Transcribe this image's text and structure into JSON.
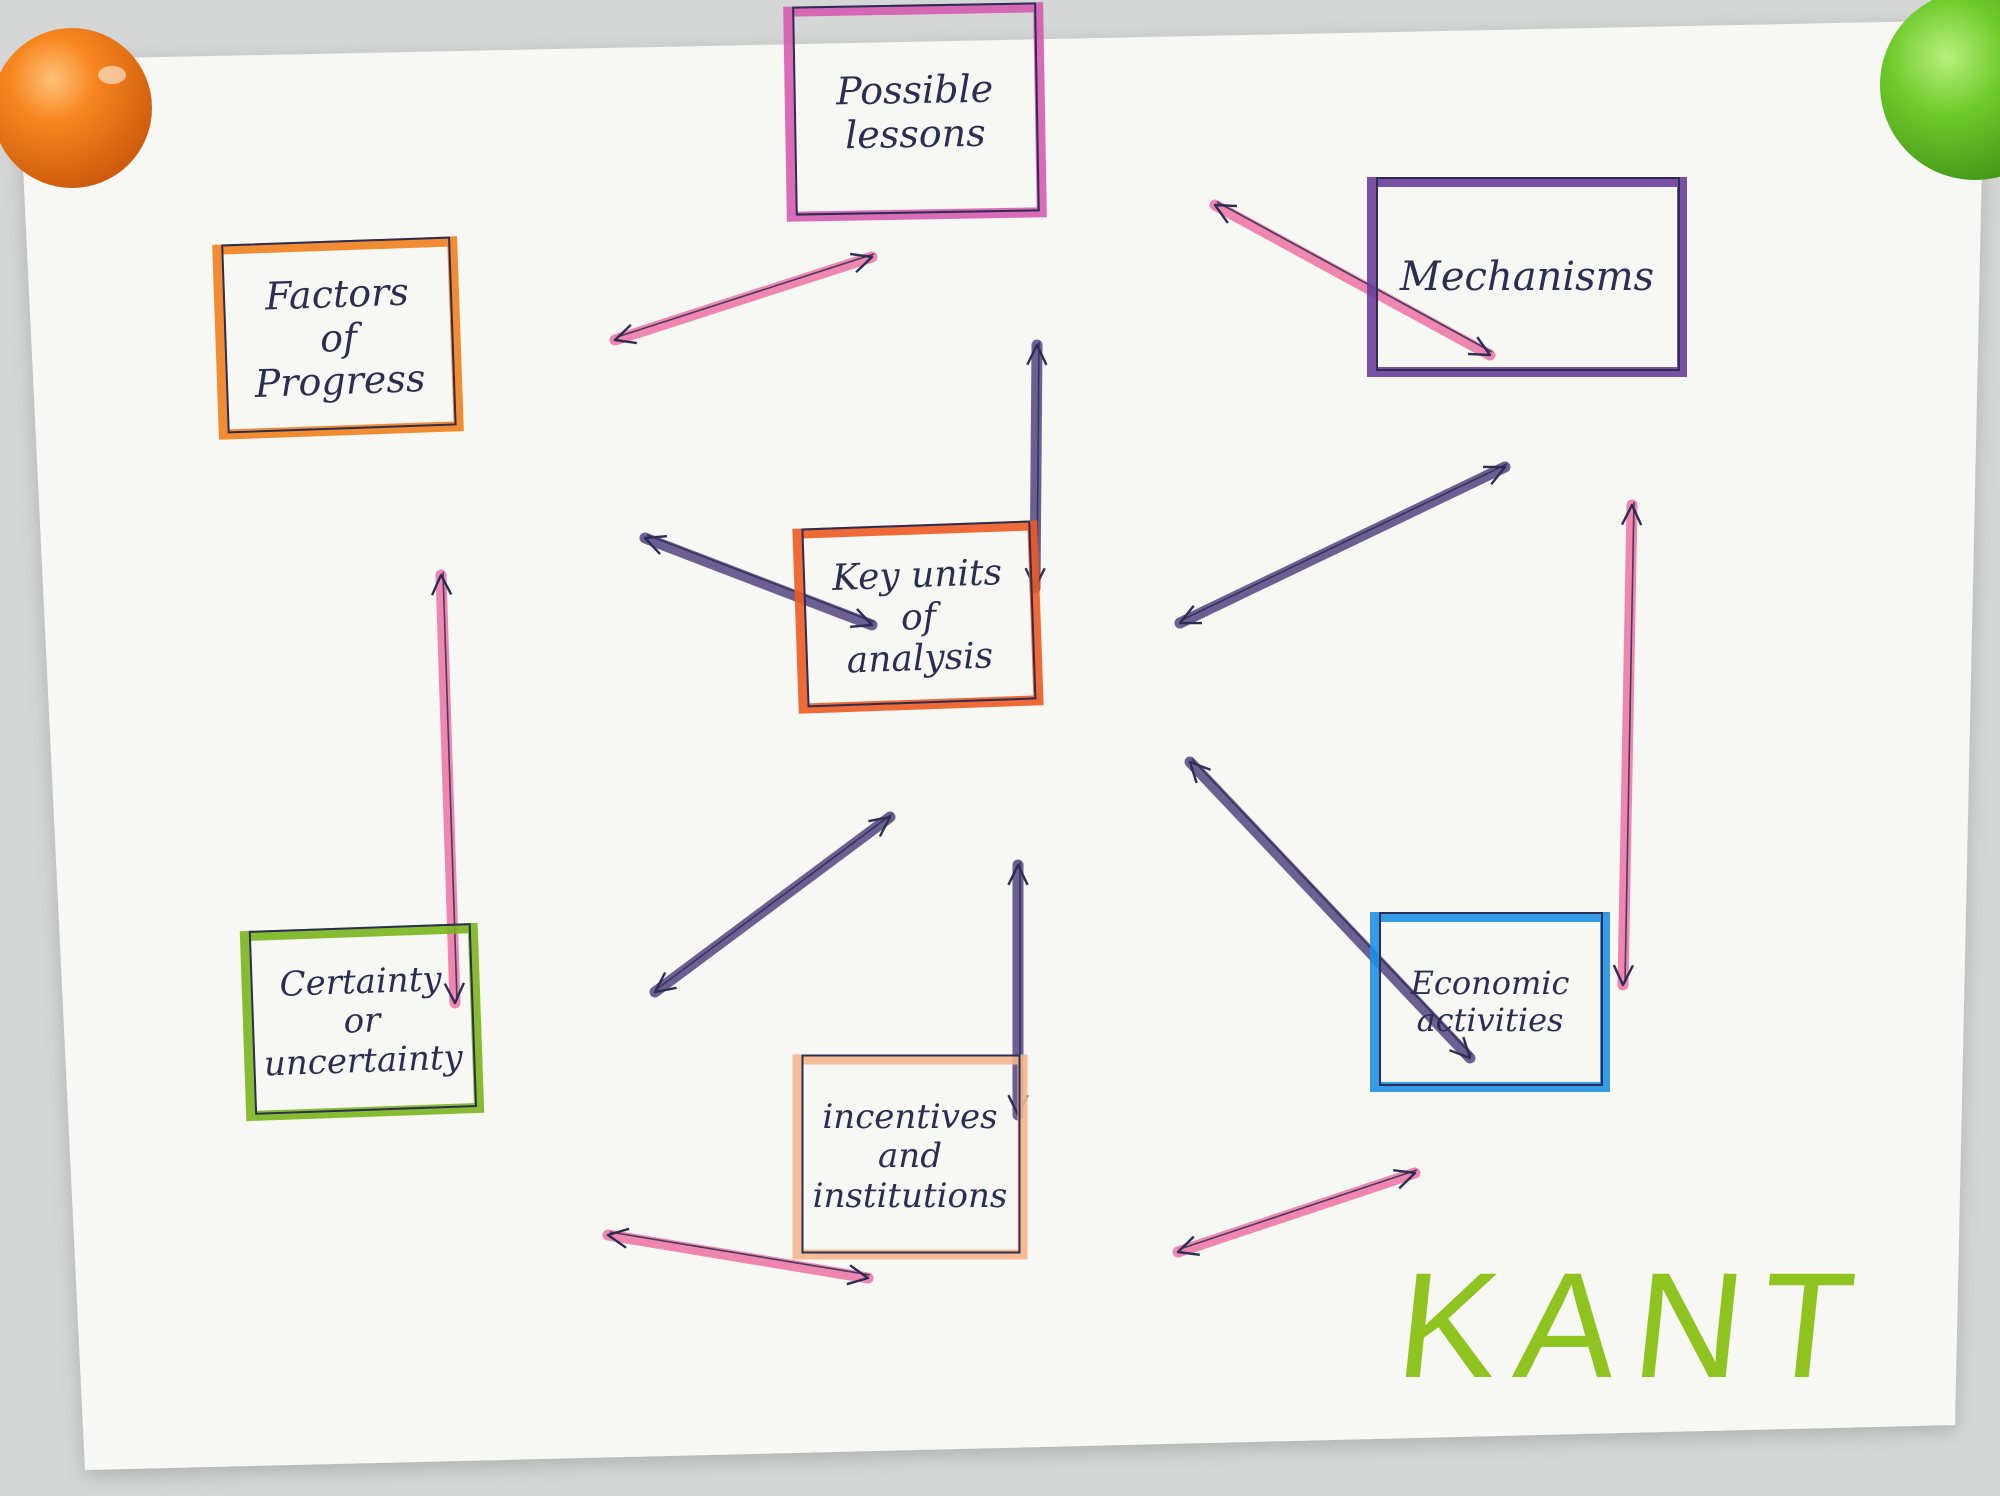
{
  "nodes": [
    {
      "id": "lessons",
      "lines": [
        "Possible",
        "lessons"
      ],
      "color": "#d65bb0"
    },
    {
      "id": "factors",
      "lines": [
        "Factors",
        "of",
        "Progress"
      ],
      "color": "#f0801e"
    },
    {
      "id": "mechanisms",
      "lines": [
        "Mechanisms"
      ],
      "color": "#6a3d9a"
    },
    {
      "id": "key",
      "lines": [
        "Key units",
        "of",
        "analysis"
      ],
      "color": "#ee5a24"
    },
    {
      "id": "certainty",
      "lines": [
        "Certainty",
        "or",
        "uncertainty"
      ],
      "color": "#7ab51d"
    },
    {
      "id": "incentives",
      "lines": [
        "incentives",
        "and",
        "institutions"
      ],
      "color": "#f5b58e"
    },
    {
      "id": "economic",
      "lines": [
        "Economic",
        "activities"
      ],
      "color": "#1e90e6"
    }
  ],
  "edges": [
    {
      "from": "factors",
      "to": "lessons",
      "color": "#ec6aa0",
      "direction": "both"
    },
    {
      "from": "mechanisms",
      "to": "lessons",
      "color": "#ec6aa0",
      "direction": "both"
    },
    {
      "from": "lessons",
      "to": "key",
      "color": "#4a3a7a",
      "direction": "both"
    },
    {
      "from": "factors",
      "to": "key",
      "color": "#4a3a7a",
      "direction": "both"
    },
    {
      "from": "mechanisms",
      "to": "key",
      "color": "#4a3a7a",
      "direction": "both"
    },
    {
      "from": "factors",
      "to": "certainty",
      "color": "#ec6aa0",
      "direction": "both"
    },
    {
      "from": "mechanisms",
      "to": "economic",
      "color": "#ec6aa0",
      "direction": "both"
    },
    {
      "from": "key",
      "to": "certainty",
      "color": "#4a3a7a",
      "direction": "both"
    },
    {
      "from": "key",
      "to": "incentives",
      "color": "#4a3a7a",
      "direction": "both"
    },
    {
      "from": "key",
      "to": "economic",
      "color": "#4a3a7a",
      "direction": "both"
    },
    {
      "from": "incentives",
      "to": "certainty",
      "color": "#ec6aa0",
      "direction": "both"
    },
    {
      "from": "incentives",
      "to": "economic",
      "color": "#ec6aa0",
      "direction": "both"
    }
  ],
  "signature": {
    "text": "KANT",
    "color": "#8fc31f"
  },
  "colors": {
    "paper": "#f7f7f4",
    "ink": "#2b2d52",
    "pin_left": "#f47a14",
    "pin_right": "#6fcb2c"
  }
}
